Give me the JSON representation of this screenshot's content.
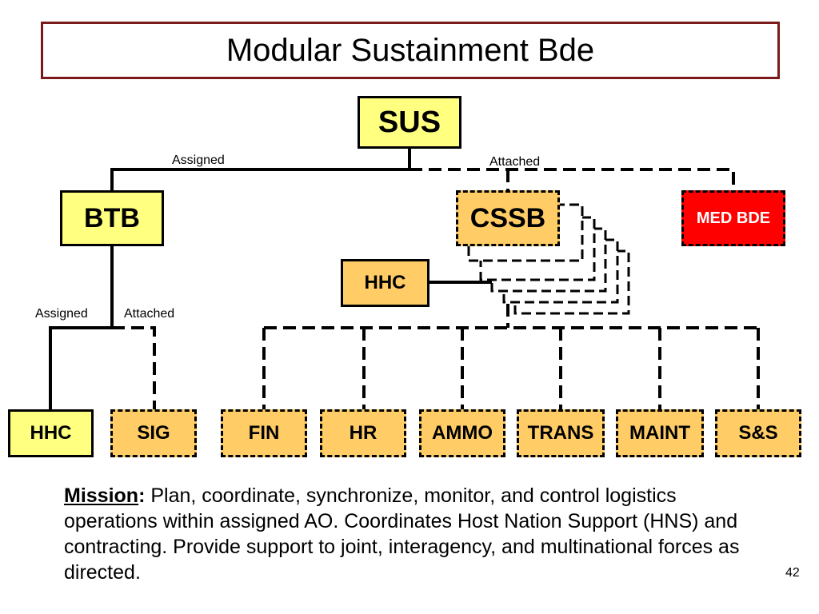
{
  "title": "Modular Sustainment Bde",
  "nodes": {
    "sus": "SUS",
    "btb": "BTB",
    "cssb": "CSSB",
    "med_bde": "MED BDE",
    "cssb_hhc": "HHC",
    "btb_hhc": "HHC",
    "sig": "SIG",
    "fin": "FIN",
    "hr": "HR",
    "ammo": "AMMO",
    "trans": "TRANS",
    "maint": "MAINT",
    "ss": "S&S"
  },
  "labels": {
    "top_assigned": "Assigned",
    "top_attached": "Attached",
    "btb_assigned": "Assigned",
    "btb_attached": "Attached"
  },
  "mission": {
    "label": "Mission",
    "colon": ":",
    "text": " Plan, coordinate, synchronize, monitor, and control logistics operations within assigned AO.  Coordinates Host Nation Support (HNS) and contracting.  Provide support to joint, interagency, and multinational forces as directed."
  },
  "page_number": "42",
  "colors": {
    "title_border": "#7a1a1a",
    "yellow": "#ffff80",
    "orange": "#ffcc66",
    "red": "#ff0000"
  }
}
